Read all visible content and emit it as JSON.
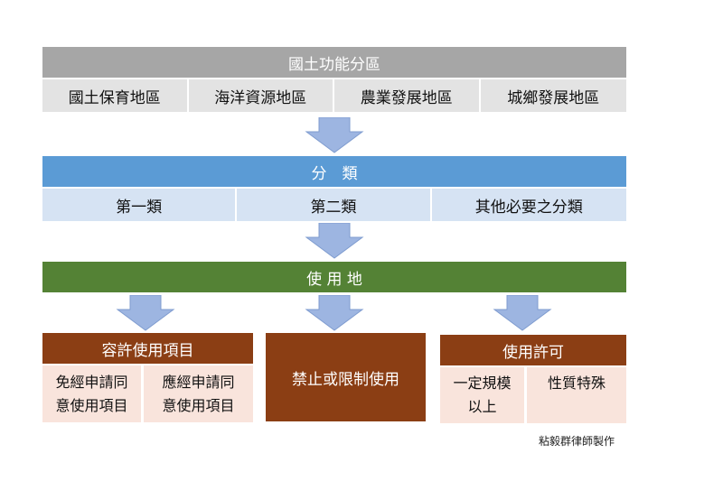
{
  "top": {
    "title": "國土功能分區",
    "items": [
      "國土保育地區",
      "海洋資源地區",
      "農業發展地區",
      "城鄉發展地區"
    ]
  },
  "classify": {
    "title": "分　類",
    "items": [
      "第一類",
      "第二類",
      "其他必要之分類"
    ]
  },
  "landuse": {
    "title": "使 用 地"
  },
  "boxes": {
    "allowed": {
      "title": "容許使用項目",
      "items": [
        {
          "line1": "免經申請同",
          "line2": "意使用項目"
        },
        {
          "line1": "應經申請同",
          "line2": "意使用項目"
        }
      ]
    },
    "restricted": {
      "title": "禁止或限制使用"
    },
    "permit": {
      "title": "使用許可",
      "items": [
        {
          "line1": "一定規模",
          "line2": "以上"
        },
        {
          "line1": "性質特殊",
          "line2": ""
        }
      ]
    }
  },
  "credit": "粘毅群律師製作",
  "colors": {
    "gray": "#a6a6a6",
    "gray_light": "#e3e3e3",
    "blue": "#5b9bd5",
    "blue_light": "#d6e3f3",
    "green": "#548235",
    "brown": "#8b3e14",
    "pink": "#f9e4dc",
    "arrow": "#9db5e1"
  }
}
